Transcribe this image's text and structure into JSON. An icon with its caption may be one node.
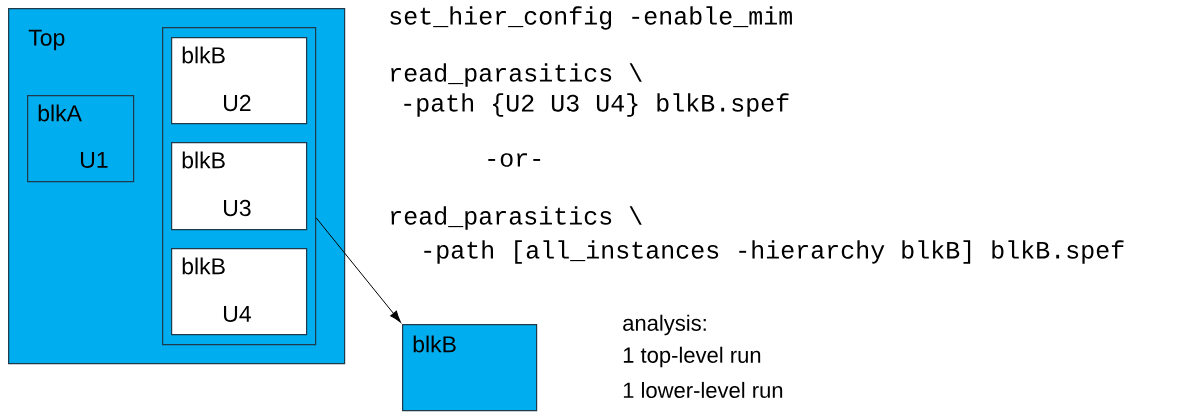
{
  "diagram": {
    "nodes": [
      {
        "text": [
          "Top"
        ]
      },
      {
        "text": [
          "blkA",
          "U1"
        ],
        "in": 0
      },
      {
        "text": [],
        "shape": "box",
        "in": 0
      },
      {
        "text": [
          "blkB",
          "U2"
        ],
        "in": 2
      },
      {
        "text": [
          "blkB",
          "U3"
        ],
        "in": 2
      },
      {
        "text": [
          "blkB",
          "U4"
        ],
        "in": 2
      },
      {
        "text": [
          "blkB"
        ]
      }
    ],
    "edges": [
      {
        "from": 2,
        "to": 6,
        "arrow": "to"
      }
    ],
    "labels": [
      "set_hier_config -enable_mim",
      "read_parasitics \\",
      "-path {U2 U3 U4} blkB.spef",
      "-or-",
      "read_parasitics \\",
      "-path [all_instances -hierarchy blkB] blkB.spef",
      "analysis:",
      "1 top-level run",
      "1 lower-level run"
    ]
  }
}
